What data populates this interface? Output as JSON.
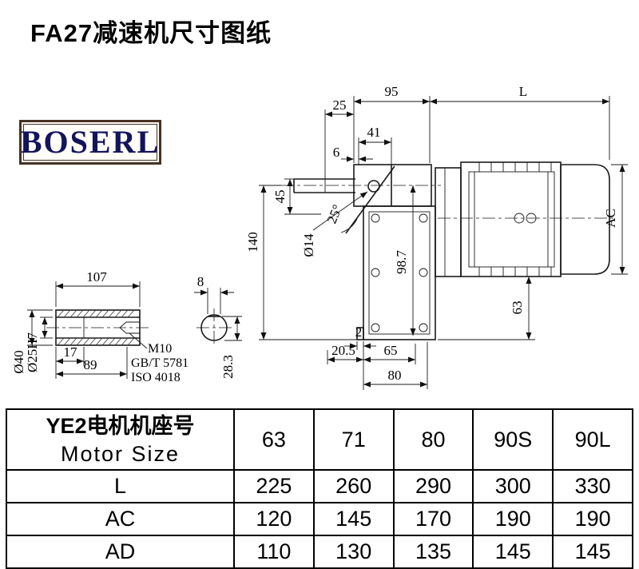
{
  "page": {
    "title": "FA27减速机尺寸图纸"
  },
  "logo": {
    "text": "BOSERL",
    "border_color": "#463223",
    "text_color": "#14145c"
  },
  "drawing": {
    "top_dims": {
      "d95": "95",
      "dL": "L",
      "d25": "25",
      "d41": "41",
      "d6": "6"
    },
    "left_dims": {
      "d45": "45",
      "d140": "140",
      "d14": "Ø14",
      "a25": "25°"
    },
    "right_dims": {
      "dAC": "AC",
      "d63": "63",
      "d98": "98.7"
    },
    "bottom_dims": {
      "d2": "2",
      "d205": "20.5",
      "d65": "65",
      "d80": "80"
    },
    "shaft_detail": {
      "d107": "107",
      "d17": "17",
      "d89": "89",
      "d40": "Ø40",
      "d25h7": "Ø25H7",
      "m10": "M10",
      "gbt": "GB/T 5781",
      "iso": "ISO 4018",
      "d8": "8",
      "d283": "28.3"
    }
  },
  "table": {
    "header_cn": "YE2电机机座号",
    "header_en": "Motor Size",
    "columns": [
      "63",
      "71",
      "80",
      "90S",
      "90L"
    ],
    "rows": [
      {
        "label": "L",
        "values": [
          "225",
          "260",
          "290",
          "300",
          "330"
        ]
      },
      {
        "label": "AC",
        "values": [
          "120",
          "145",
          "170",
          "190",
          "190"
        ]
      },
      {
        "label": "AD",
        "values": [
          "110",
          "130",
          "135",
          "145",
          "145"
        ]
      }
    ]
  }
}
